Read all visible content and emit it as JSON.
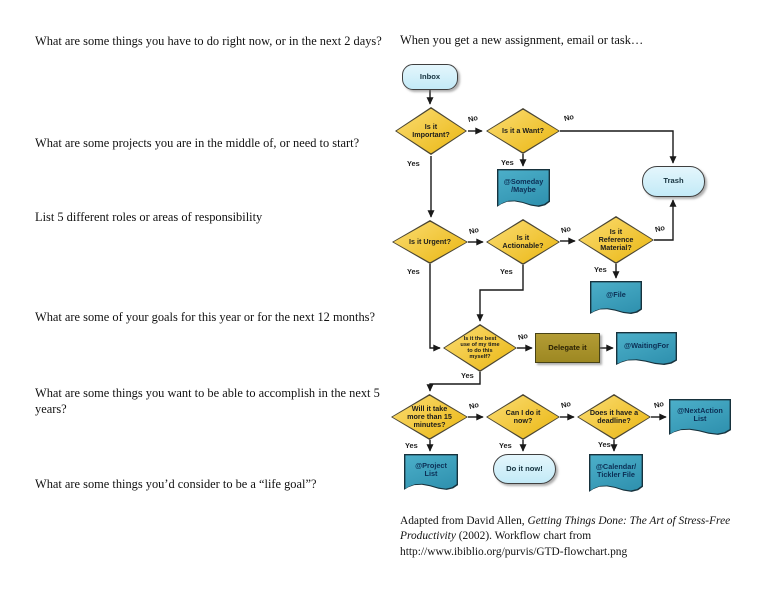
{
  "questions": [
    "What are some things you have to do right now, or in the next 2 days?",
    "What are some projects you are in the middle of, or need to start?",
    "List 5 different roles or areas of responsibility",
    "What are some of your goals for this year or for the next 12 months?",
    "What are some things you want to be able to accomplish in the next 5 years?",
    "What are some things you’d consider to be a “life goal”?"
  ],
  "flowchart": {
    "intro": "When you get a new assignment, email or task…",
    "labels": {
      "yes": "Yes",
      "no": "No"
    },
    "nodes": {
      "inbox": "Inbox",
      "important": "Is it\nImportant?",
      "want": "Is it a Want?",
      "someday": "@Someday\n/Maybe",
      "trash": "Trash",
      "urgent": "Is it Urgent?",
      "actionable": "Is it\nActionable?",
      "reference": "Is it\nReference\nMaterial?",
      "file": "@File",
      "bestuse": "Is it the best\nuse of my time\nto do this\nmyself?",
      "delegate": "Delegate it",
      "waitingfor": "@WaitingFor",
      "minutes": "Will it take\nmore than 15\nminutes?",
      "caninow": "Can I do it\nnow?",
      "deadline": "Does it have a\ndeadline?",
      "nextaction": "@NextAction\nList",
      "projectlist": "@Project\nList",
      "doitnow": "Do it now!",
      "calendar": "@Calendar/\nTickler File"
    },
    "colors": {
      "decision_fill": "#EEC02A",
      "document_fill": "#2F96B4",
      "terminal_fill": "#C9EBF8",
      "process_fill": "#A38D26",
      "line": "#191919"
    }
  },
  "caption": {
    "pre": "Adapted from David Allen, ",
    "italic": "Getting Things Done: The Art of Stress-Free Productivity",
    "post": " (2002). Workflow chart from http://www.ibiblio.org/purvis/GTD-flowchart.png"
  }
}
